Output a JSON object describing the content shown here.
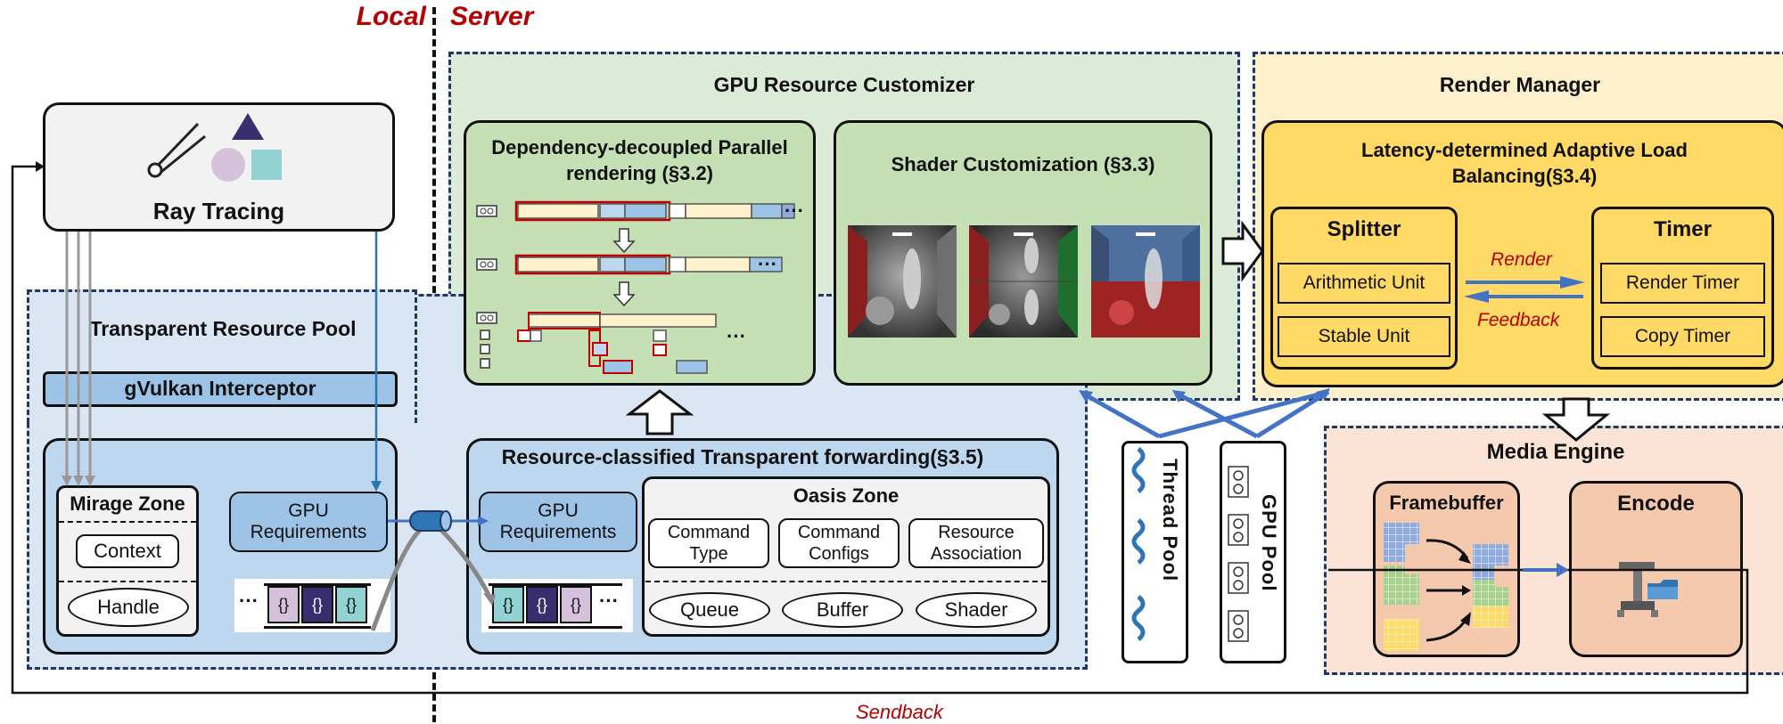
{
  "divider": {
    "local": "Local",
    "server": "Server"
  },
  "client": {
    "ray_tracing": "Ray Tracing",
    "pool_title": "Transparent Resource Pool",
    "interceptor": "gVulkan Interceptor",
    "mirage_title": "Mirage Zone",
    "context": "Context",
    "handle": "Handle",
    "gpu_req": "GPU Requirements",
    "queue_ellipsis": "···",
    "queue_cells": [
      "{}",
      "{}",
      "{}"
    ]
  },
  "customizer": {
    "title": "GPU Resource Customizer",
    "parallel_title": "Dependency-decoupled Parallel rendering (§3.2)",
    "shader_title": "Shader Customization (§3.3)",
    "ellipsis": "···"
  },
  "forwarding": {
    "title": "Resource-classified Transparent forwarding(§3.5)",
    "gpu_req": "GPU Requirements",
    "oasis_title": "Oasis Zone",
    "command_type": "Command Type",
    "command_configs": "Command Configs",
    "resource_association": "Resource Association",
    "queue": "Queue",
    "buffer": "Buffer",
    "shader": "Shader",
    "queue_cells": [
      "{}",
      "{}",
      "{}"
    ],
    "queue_ellipsis": "···"
  },
  "pools": {
    "thread_pool": "Thread Pool",
    "gpu_pool": "GPU Pool"
  },
  "render_manager": {
    "title": "Render Manager",
    "balancing_title": "Latency-determined Adaptive Load Balancing(§3.4)",
    "splitter": "Splitter",
    "arithmetic_unit": "Arithmetic Unit",
    "stable_unit": "Stable Unit",
    "timer": "Timer",
    "render_timer": "Render Timer",
    "copy_timer": "Copy Timer",
    "render_label": "Render",
    "feedback_label": "Feedback"
  },
  "media_engine": {
    "title": "Media Engine",
    "framebuffer": "Framebuffer",
    "encode": "Encode"
  },
  "sendback": "Sendback",
  "colors": {
    "accent_red": "#b40000",
    "customizer_bg": "#dcebd7",
    "customizer_inner": "#c5e0b4",
    "render_bg": "#fdefcc",
    "render_inner": "#ffd966",
    "media_bg": "#fbe3d6",
    "media_inner": "#f5c9ad",
    "pool_bg": "#dae6f4",
    "pool_inner": "#bdd7ee",
    "gpu_req": "#9dc3e6",
    "arrow_blue": "#4472c4"
  }
}
